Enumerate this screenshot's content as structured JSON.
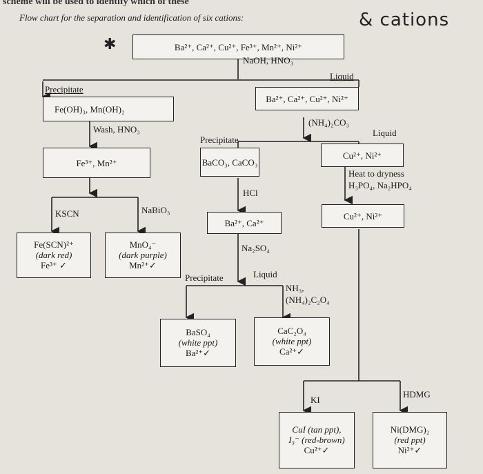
{
  "header": {
    "scheme_text": "scheme will be used to identify which of these",
    "title": "Flow chart for the separation and identification of six cations:",
    "handwritten": "& cations",
    "star": "✱"
  },
  "top": {
    "box": "Ba²⁺, Ca²⁺, Cu²⁺, Fe³⁺, Mn²⁺, Ni²⁺",
    "reagent": "NaOH, HNO₃",
    "precipitate_label": "Precipitate",
    "liquid_label": "Liquid"
  },
  "left": {
    "hydroxides": "Fe(OH)₃, Mn(OH)₂",
    "wash": "Wash, HNO₃",
    "ions": "Fe³⁺, Mn²⁺",
    "kscn": "KSCN",
    "nabio3": "NaBiO₃",
    "fe_line1": "Fe(SCN)²⁺",
    "fe_line2": "(dark red)",
    "fe_line3": "Fe³⁺",
    "mn_line1": "MnO₄⁻",
    "mn_line2": "(dark purple)",
    "mn_line3": "Mn²⁺"
  },
  "middle": {
    "ions": "Ba²⁺, Ca²⁺, Cu²⁺, Ni²⁺",
    "reagent": "(NH₄)₂CO₃",
    "precipitate_label": "Precipitate",
    "liquid_label": "Liquid",
    "carbonates": "BaCO₃, CaCO₃",
    "hcl": "HCl",
    "ba_ca": "Ba²⁺, Ca²⁺",
    "na2so4": "Na₂SO₄",
    "precipitate_label2": "Precipitate",
    "liquid_label2": "Liquid",
    "nh3_line1": "NH₃,",
    "nh3_line2": "(NH₄)₂C₂O₄",
    "baso4_line1": "BaSO₄",
    "baso4_line2": "(white ppt)",
    "baso4_line3": "Ba²⁺",
    "cac2o4_line1": "CaC₂O₄",
    "cac2o4_line2": "(white ppt)",
    "cac2o4_line3": "Ca²⁺"
  },
  "right": {
    "cu_ni": "Cu²⁺, Ni²⁺",
    "heat_line1": "Heat to dryness",
    "heat_line2": "H₃PO₄, Na₂HPO₄",
    "cu_ni2": "Cu²⁺, Ni²⁺",
    "ki": "KI",
    "hdmg": "HDMG",
    "cui_line1": "CuI (tan ppt),",
    "cui_line2": "I₃⁻ (red-brown)",
    "cui_line3": "Cu²⁺",
    "ni_line1": "Ni(DMG)₂",
    "ni_line2": "(red ppt)",
    "ni_line3": "Ni²⁺"
  },
  "check_mark": "✓"
}
